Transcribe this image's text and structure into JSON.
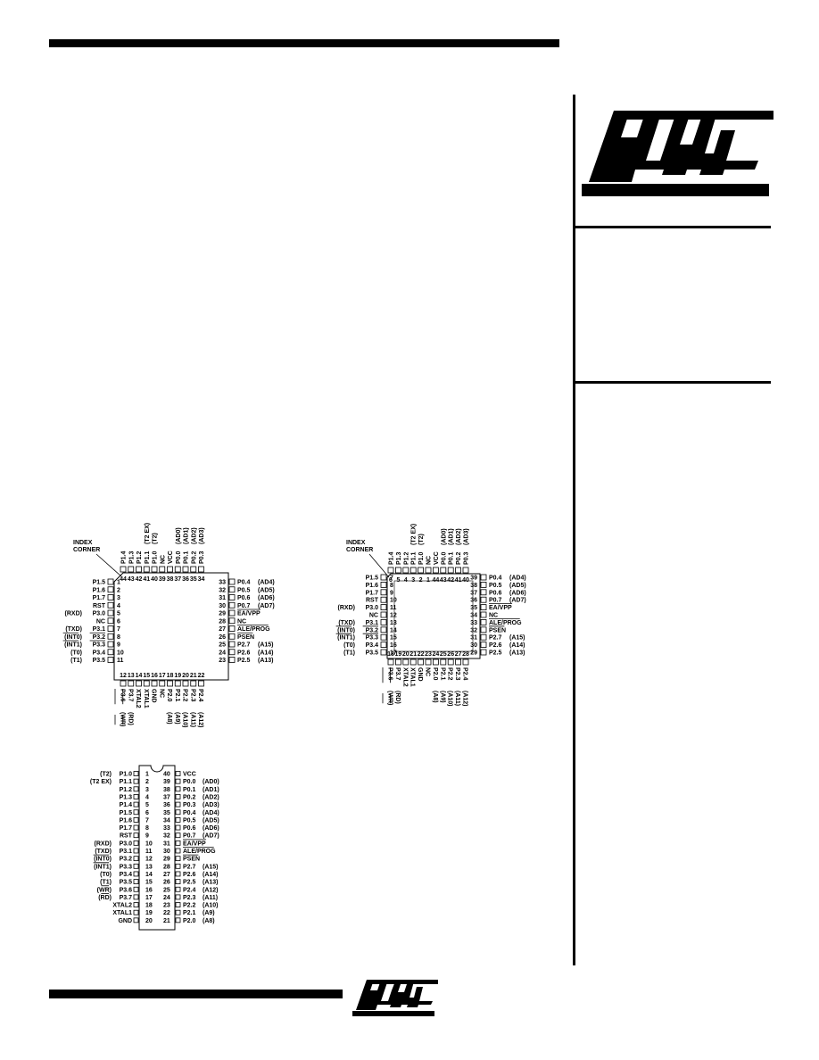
{
  "brand": {
    "name": "ATMEL"
  },
  "diagram": {
    "index_corner": [
      "INDEX",
      "CORNER"
    ],
    "plcc": {
      "left": [
        {
          "n": "1",
          "s": "P1.5",
          "a": ""
        },
        {
          "n": "2",
          "s": "P1.6",
          "a": ""
        },
        {
          "n": "3",
          "s": "P1.7",
          "a": ""
        },
        {
          "n": "4",
          "s": "RST",
          "a": ""
        },
        {
          "n": "5",
          "s": "P3.0",
          "a": "(RXD)"
        },
        {
          "n": "6",
          "s": "NC",
          "a": ""
        },
        {
          "n": "7",
          "s": "P3.1",
          "a": "(TXD)"
        },
        {
          "n": "8",
          "s": "P3.2",
          "a": "(INT0)",
          "ol": true
        },
        {
          "n": "9",
          "s": "P3.3",
          "a": "(INT1)",
          "ol": true
        },
        {
          "n": "10",
          "s": "P3.4",
          "a": "(T0)"
        },
        {
          "n": "11",
          "s": "P3.5",
          "a": "(T1)"
        }
      ],
      "right": [
        {
          "n": "33",
          "s": "P0.4",
          "a": "(AD4)"
        },
        {
          "n": "32",
          "s": "P0.5",
          "a": "(AD5)"
        },
        {
          "n": "31",
          "s": "P0.6",
          "a": "(AD6)"
        },
        {
          "n": "30",
          "s": "P0.7",
          "a": "(AD7)"
        },
        {
          "n": "29",
          "s": "EA/VPP",
          "a": "",
          "ol": true
        },
        {
          "n": "28",
          "s": "NC",
          "a": ""
        },
        {
          "n": "27",
          "s": "ALE/PROG",
          "a": "",
          "ol": true
        },
        {
          "n": "26",
          "s": "PSEN",
          "a": "",
          "ol": true
        },
        {
          "n": "25",
          "s": "P2.7",
          "a": "(A15)"
        },
        {
          "n": "24",
          "s": "P2.6",
          "a": "(A14)"
        },
        {
          "n": "23",
          "s": "P2.5",
          "a": "(A13)"
        }
      ],
      "top": [
        {
          "n": "44",
          "s": "P1.4",
          "a": ""
        },
        {
          "n": "43",
          "s": "P1.3",
          "a": ""
        },
        {
          "n": "42",
          "s": "P1.2",
          "a": ""
        },
        {
          "n": "41",
          "s": "P1.1",
          "a": "(T2 EX)"
        },
        {
          "n": "40",
          "s": "P1.0",
          "a": "(T2)"
        },
        {
          "n": "39",
          "s": "NC",
          "a": ""
        },
        {
          "n": "38",
          "s": "VCC",
          "a": ""
        },
        {
          "n": "37",
          "s": "P0.0",
          "a": "(AD0)"
        },
        {
          "n": "36",
          "s": "P0.1",
          "a": "(AD1)"
        },
        {
          "n": "35",
          "s": "P0.2",
          "a": "(AD2)"
        },
        {
          "n": "34",
          "s": "P0.3",
          "a": "(AD3)"
        }
      ],
      "bottom": [
        {
          "n": "12",
          "s": "P3.6",
          "a": "(WR)",
          "ol": true
        },
        {
          "n": "13",
          "s": "P3.7",
          "a": "(RD)",
          "ol": true
        },
        {
          "n": "14",
          "s": "XTAL2",
          "a": ""
        },
        {
          "n": "15",
          "s": "XTAL1",
          "a": ""
        },
        {
          "n": "16",
          "s": "GND",
          "a": ""
        },
        {
          "n": "17",
          "s": "NC",
          "a": ""
        },
        {
          "n": "18",
          "s": "P2.0",
          "a": "(A8)"
        },
        {
          "n": "19",
          "s": "P2.1",
          "a": "(A9)"
        },
        {
          "n": "20",
          "s": "P2.2",
          "a": "(A10)"
        },
        {
          "n": "21",
          "s": "P2.3",
          "a": "(A11)"
        },
        {
          "n": "22",
          "s": "P2.4",
          "a": "(A12)"
        }
      ]
    },
    "tqfp": {
      "left": [
        {
          "n": "7",
          "s": "P1.5",
          "a": ""
        },
        {
          "n": "8",
          "s": "P1.6",
          "a": ""
        },
        {
          "n": "9",
          "s": "P1.7",
          "a": ""
        },
        {
          "n": "10",
          "s": "RST",
          "a": ""
        },
        {
          "n": "11",
          "s": "P3.0",
          "a": "(RXD)"
        },
        {
          "n": "12",
          "s": "NC",
          "a": ""
        },
        {
          "n": "13",
          "s": "P3.1",
          "a": "(TXD)"
        },
        {
          "n": "14",
          "s": "P3.2",
          "a": "(INT0)",
          "ol": true
        },
        {
          "n": "15",
          "s": "P3.3",
          "a": "(INT1)",
          "ol": true
        },
        {
          "n": "16",
          "s": "P3.4",
          "a": "(T0)"
        },
        {
          "n": "17",
          "s": "P3.5",
          "a": "(T1)"
        }
      ],
      "right": [
        {
          "n": "39",
          "s": "P0.4",
          "a": "(AD4)"
        },
        {
          "n": "38",
          "s": "P0.5",
          "a": "(AD5)"
        },
        {
          "n": "37",
          "s": "P0.6",
          "a": "(AD6)"
        },
        {
          "n": "36",
          "s": "P0.7",
          "a": "(AD7)"
        },
        {
          "n": "35",
          "s": "EA/VPP",
          "a": "",
          "ol": true
        },
        {
          "n": "34",
          "s": "NC",
          "a": ""
        },
        {
          "n": "33",
          "s": "ALE/PROG",
          "a": "",
          "ol": true
        },
        {
          "n": "32",
          "s": "PSEN",
          "a": "",
          "ol": true
        },
        {
          "n": "31",
          "s": "P2.7",
          "a": "(A15)"
        },
        {
          "n": "30",
          "s": "P2.6",
          "a": "(A14)"
        },
        {
          "n": "29",
          "s": "P2.5",
          "a": "(A13)"
        }
      ],
      "top": [
        {
          "n": "6",
          "s": "P1.4",
          "a": ""
        },
        {
          "n": "5",
          "s": "P1.3",
          "a": ""
        },
        {
          "n": "4",
          "s": "P1.2",
          "a": ""
        },
        {
          "n": "3",
          "s": "P1.1",
          "a": "(T2 EX)"
        },
        {
          "n": "2",
          "s": "P1.0",
          "a": "(T2)"
        },
        {
          "n": "1",
          "s": "NC",
          "a": ""
        },
        {
          "n": "44",
          "s": "VCC",
          "a": ""
        },
        {
          "n": "43",
          "s": "P0.0",
          "a": "(AD0)"
        },
        {
          "n": "42",
          "s": "P0.1",
          "a": "(AD1)"
        },
        {
          "n": "41",
          "s": "P0.2",
          "a": "(AD2)"
        },
        {
          "n": "40",
          "s": "P0.3",
          "a": "(AD3)"
        }
      ],
      "bottom": [
        {
          "n": "18",
          "s": "P3.6",
          "a": "(WR)",
          "ol": true
        },
        {
          "n": "19",
          "s": "P3.7",
          "a": "(RD)",
          "ol": true
        },
        {
          "n": "20",
          "s": "XTAL2",
          "a": ""
        },
        {
          "n": "21",
          "s": "XTAL1",
          "a": ""
        },
        {
          "n": "22",
          "s": "GND",
          "a": ""
        },
        {
          "n": "23",
          "s": "NC",
          "a": ""
        },
        {
          "n": "24",
          "s": "P2.0",
          "a": "(A8)"
        },
        {
          "n": "25",
          "s": "P2.1",
          "a": "(A9)"
        },
        {
          "n": "26",
          "s": "P2.2",
          "a": "(A10)"
        },
        {
          "n": "27",
          "s": "P2.3",
          "a": "(A11)"
        },
        {
          "n": "28",
          "s": "P2.4",
          "a": "(A12)"
        }
      ]
    },
    "pdip": {
      "left": [
        {
          "n": "1",
          "s": "P1.0",
          "a": "(T2)"
        },
        {
          "n": "2",
          "s": "P1.1",
          "a": "(T2 EX)"
        },
        {
          "n": "3",
          "s": "P1.2",
          "a": ""
        },
        {
          "n": "4",
          "s": "P1.3",
          "a": ""
        },
        {
          "n": "5",
          "s": "P1.4",
          "a": ""
        },
        {
          "n": "6",
          "s": "P1.5",
          "a": ""
        },
        {
          "n": "7",
          "s": "P1.6",
          "a": ""
        },
        {
          "n": "8",
          "s": "P1.7",
          "a": ""
        },
        {
          "n": "9",
          "s": "RST",
          "a": ""
        },
        {
          "n": "10",
          "s": "P3.0",
          "a": "(RXD)"
        },
        {
          "n": "11",
          "s": "P3.1",
          "a": "(TXD)"
        },
        {
          "n": "12",
          "s": "P3.2",
          "a": "(INT0)",
          "ol": true
        },
        {
          "n": "13",
          "s": "P3.3",
          "a": "(INT1)",
          "ol": true
        },
        {
          "n": "14",
          "s": "P3.4",
          "a": "(T0)"
        },
        {
          "n": "15",
          "s": "P3.5",
          "a": "(T1)"
        },
        {
          "n": "16",
          "s": "P3.6",
          "a": "(WR)",
          "ol": true
        },
        {
          "n": "17",
          "s": "P3.7",
          "a": "(RD)",
          "ol": true
        },
        {
          "n": "18",
          "s": "XTAL2",
          "a": ""
        },
        {
          "n": "19",
          "s": "XTAL1",
          "a": ""
        },
        {
          "n": "20",
          "s": "GND",
          "a": ""
        }
      ],
      "right": [
        {
          "n": "40",
          "s": "VCC",
          "a": ""
        },
        {
          "n": "39",
          "s": "P0.0",
          "a": "(AD0)"
        },
        {
          "n": "38",
          "s": "P0.1",
          "a": "(AD1)"
        },
        {
          "n": "37",
          "s": "P0.2",
          "a": "(AD2)"
        },
        {
          "n": "36",
          "s": "P0.3",
          "a": "(AD3)"
        },
        {
          "n": "35",
          "s": "P0.4",
          "a": "(AD4)"
        },
        {
          "n": "34",
          "s": "P0.5",
          "a": "(AD5)"
        },
        {
          "n": "33",
          "s": "P0.6",
          "a": "(AD6)"
        },
        {
          "n": "32",
          "s": "P0.7",
          "a": "(AD7)"
        },
        {
          "n": "31",
          "s": "EA/VPP",
          "a": "",
          "ol": true
        },
        {
          "n": "30",
          "s": "ALE/PROG",
          "a": "",
          "ol": true
        },
        {
          "n": "29",
          "s": "PSEN",
          "a": "",
          "ol": true
        },
        {
          "n": "28",
          "s": "P2.7",
          "a": "(A15)"
        },
        {
          "n": "27",
          "s": "P2.6",
          "a": "(A14)"
        },
        {
          "n": "26",
          "s": "P2.5",
          "a": "(A13)"
        },
        {
          "n": "25",
          "s": "P2.4",
          "a": "(A12)"
        },
        {
          "n": "24",
          "s": "P2.3",
          "a": "(A11)"
        },
        {
          "n": "23",
          "s": "P2.2",
          "a": "(A10)"
        },
        {
          "n": "22",
          "s": "P2.1",
          "a": "(A9)"
        },
        {
          "n": "21",
          "s": "P2.0",
          "a": "(A8)"
        }
      ]
    }
  }
}
